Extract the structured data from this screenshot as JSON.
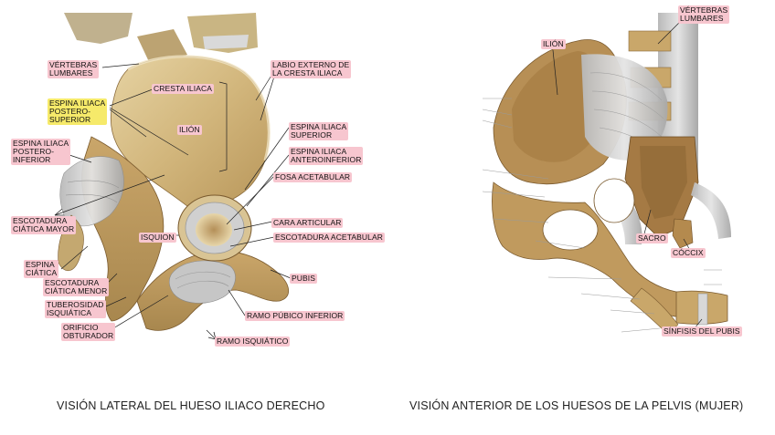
{
  "left_figure": {
    "caption": "VISIÓN LATERAL DEL HUESO ILIACO DERECHO",
    "labels": {
      "vertebras_lumbares": "VÉRTEBRAS\nLUMBARES",
      "cresta_iliaca": "CRESTA ILIACA",
      "labio_externo": "LABIO EXTERNO DE\nLA CRESTA ILIACA",
      "espina_postero_superior": "ESPINA ILIACA\nPOSTERO-\nSUPERIOR",
      "ilion": "ILIÓN",
      "espina_superior": "ESPINA ILIACA\nSUPERIOR",
      "espina_postero_inferior": "ESPINA ILIACA\nPOSTERO-\nINFERIOR",
      "espina_anteroinferior": "ESPINA ILIACA\nANTEROINFERIOR",
      "fosa_acetabular": "FOSA ACETABULAR",
      "escotadura_mayor": "ESCOTADURA\nCIÁTICA MAYOR",
      "cara_articular": "CARA ARTICULAR",
      "isquion": "ISQUION",
      "escotadura_acetabular": "ESCOTADURA ACETABULAR",
      "espina_ciatica": "ESPINA\nCIÁTICA",
      "pubis": "PUBIS",
      "escotadura_menor": "ESCOTADURA\nCIÁTICA MENOR",
      "tuberosidad": "TUBEROSIDAD\nISQUIÁTICA",
      "ramo_pubico": "RAMO PÚBICO INFERIOR",
      "orificio": "ORIFICIO\nOBTURADOR",
      "ramo_isquiatico": "RAMO ISQUIÁTICO"
    }
  },
  "right_figure": {
    "caption": "VISIÓN ANTERIOR DE LOS HUESOS DE LA PELVIS (MUJER)",
    "labels": {
      "vertebras_lumbares": "VÉRTEBRAS\nLUMBARES",
      "ilion": "ILIÓN",
      "sacro": "SACRO",
      "coccix": "CÓCCIX",
      "sinfisis": "SÍNFISIS DEL PUBIS"
    }
  },
  "colors": {
    "label_pink": "#f7c6cf",
    "label_yellow": "#f6ea6a",
    "bone": "#d6bf8a",
    "bone_dark": "#a8874e",
    "cartilage": "#c9c9c9"
  }
}
